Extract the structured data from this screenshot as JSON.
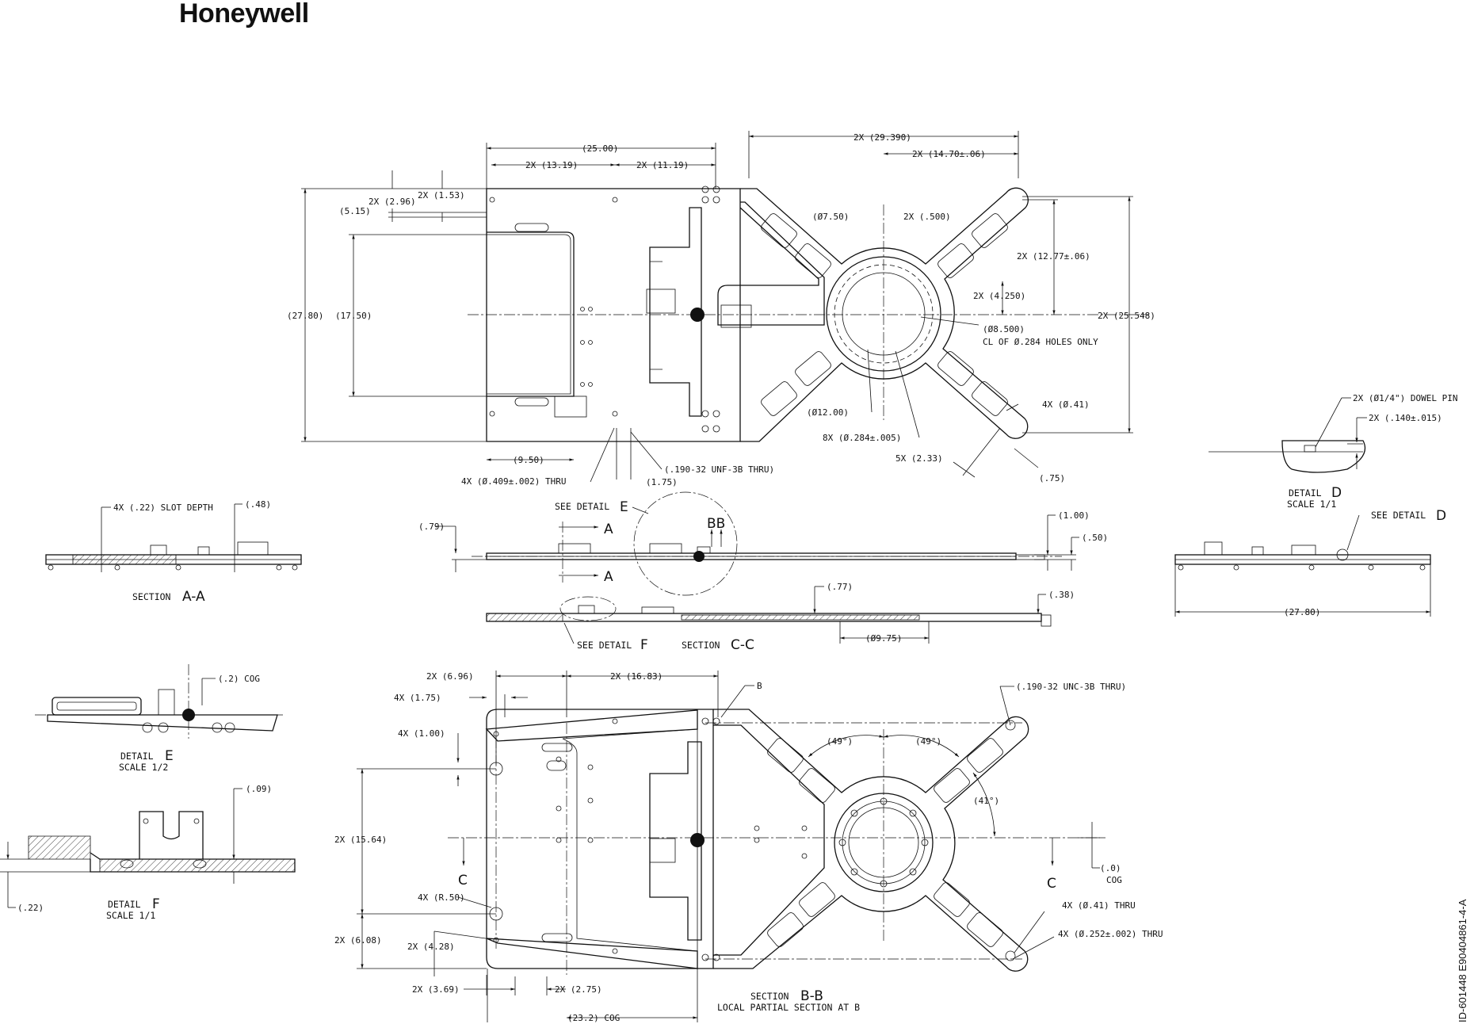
{
  "logo": "Honeywell",
  "drawing_id": "ID-601448   E90404861-4-A",
  "top_view": {
    "dims": [
      "(25.00)",
      "2X (13.19)",
      "2X (11.19)",
      "2X (29.390)",
      "2X (14.70±.06)",
      "2X (2.96)",
      "2X (1.53)",
      "(5.15)",
      "(Ø7.50)",
      "2X (.500)",
      "2X (12.77±.06)",
      "2X (4.250)",
      "(27.80)",
      "(17.50)",
      "2X (25.548)",
      "(Ø8.500)",
      "CL OF Ø.284 HOLES ONLY",
      "4X (Ø.41)",
      "(Ø12.00)",
      "8X (Ø.284±.005)",
      "5X (2.33)",
      "(.75)",
      "(9.50)",
      "4X (Ø.409±.002) THRU",
      "(.190-32 UNF-3B THRU)",
      "(1.75)"
    ]
  },
  "detail_d": {
    "dims": [
      "2X (Ø1/4\")  DOWEL PIN",
      "2X (.140±.015)"
    ],
    "title": "DETAIL",
    "letter": "D",
    "scale": "SCALE  1/1"
  },
  "section_aa": {
    "dims": [
      "4X (.22) SLOT DEPTH",
      "(.48)"
    ],
    "title": "SECTION",
    "letters": "A-A"
  },
  "front_view": {
    "see_detail": "SEE DETAIL",
    "detail_letter": "E",
    "dims": [
      "(.79)",
      "(1.00)",
      "(.50)"
    ],
    "marker_a": "A",
    "marker_b": "B",
    "marker_bb": "BB"
  },
  "right_view": {
    "see_detail": "SEE DETAIL",
    "detail_letter": "D",
    "dims": [
      "(27.80)"
    ]
  },
  "section_cc": {
    "dims": [
      "(.77)",
      "(.38)",
      "(Ø9.75)"
    ],
    "see_detail": "SEE DETAIL",
    "detail_letter": "F",
    "title": "SECTION",
    "letters": "C-C"
  },
  "detail_e": {
    "dims": [
      "(.2) COG"
    ],
    "title": "DETAIL",
    "letter": "E",
    "scale": "SCALE  1/2"
  },
  "detail_f": {
    "dims": [
      "(.09)",
      "(.22)"
    ],
    "title": "DETAIL",
    "letter": "F",
    "scale": "SCALE  1/1"
  },
  "section_bb": {
    "dims": [
      "2X (6.96)",
      "2X (16.83)",
      "4X (1.75)",
      "4X (1.00)",
      "B",
      "(.190-32 UNC-3B THRU)",
      "(49°)",
      "(49°)",
      "(41°)",
      "2X (15.64)",
      "C",
      "(.0)",
      "COG",
      "C",
      "4X (R.50)",
      "4X (Ø.41) THRU",
      "4X (Ø.252±.002) THRU",
      "2X (6.08)",
      "2X (4.28)",
      "2X (3.69)",
      "2X (2.75)",
      "(23.2) COG"
    ],
    "title": "SECTION",
    "letters": "B-B",
    "subtitle": "LOCAL PARTIAL SECTION AT B"
  }
}
